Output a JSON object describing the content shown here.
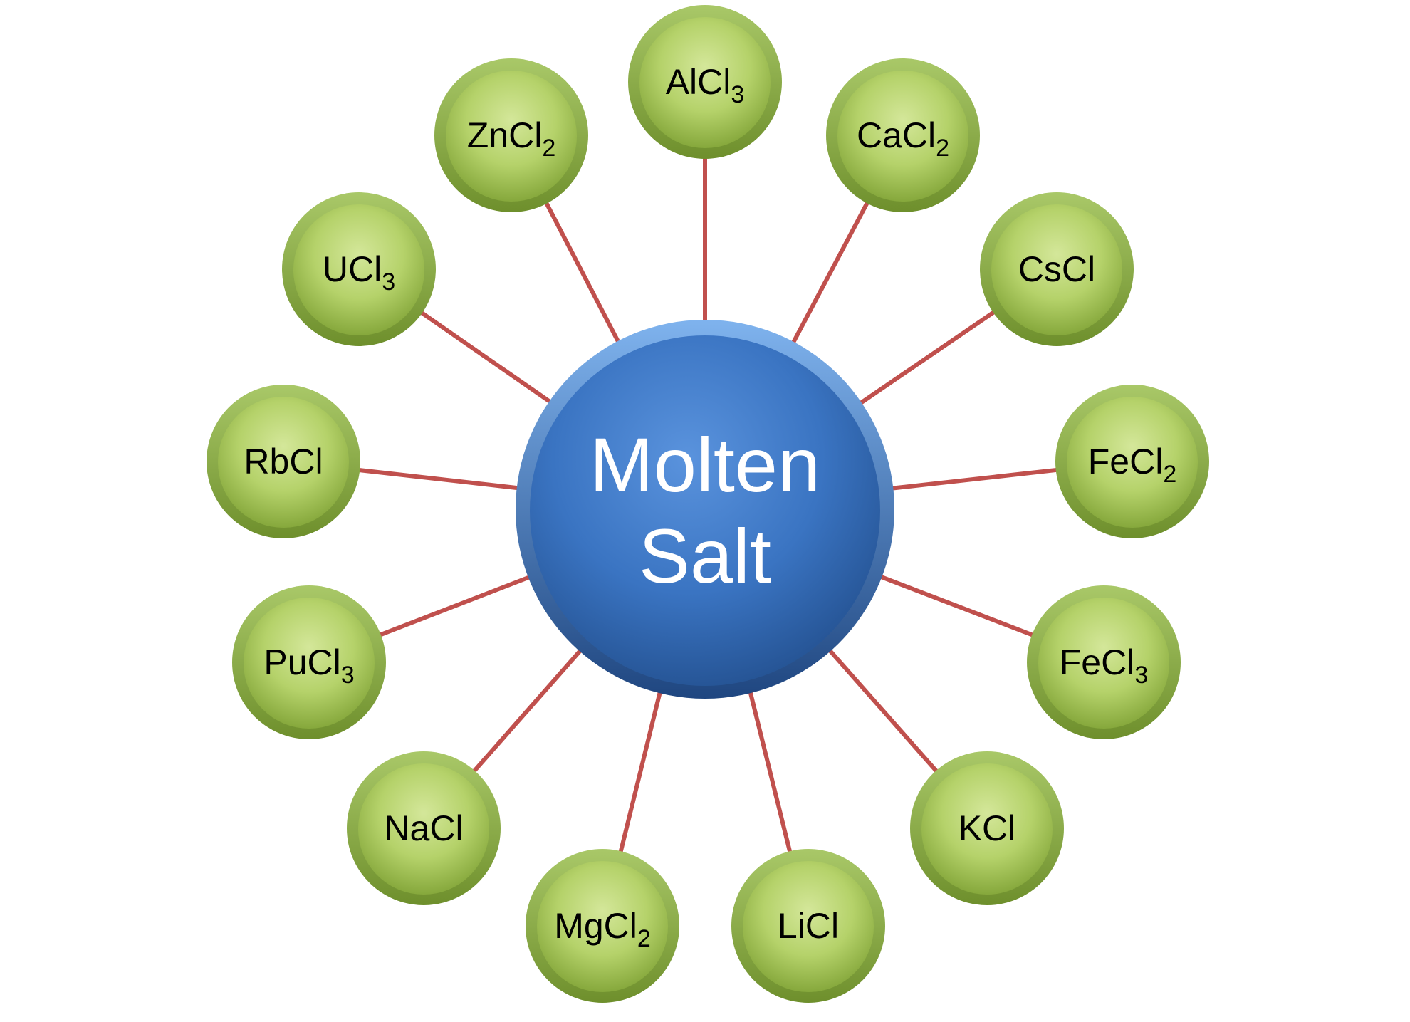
{
  "center": {
    "line1": "Molten",
    "line2": "Salt"
  },
  "nodes": [
    {
      "base": "AlCl",
      "sub": "3"
    },
    {
      "base": "CaCl",
      "sub": "2"
    },
    {
      "base": "CsCl",
      "sub": ""
    },
    {
      "base": "FeCl",
      "sub": "2"
    },
    {
      "base": "FeCl",
      "sub": "3"
    },
    {
      "base": "KCl",
      "sub": ""
    },
    {
      "base": "LiCl",
      "sub": ""
    },
    {
      "base": "MgCl",
      "sub": "2"
    },
    {
      "base": "NaCl",
      "sub": ""
    },
    {
      "base": "PuCl",
      "sub": "3"
    },
    {
      "base": "RbCl",
      "sub": ""
    },
    {
      "base": "UCl",
      "sub": "3"
    },
    {
      "base": "ZnCl",
      "sub": "2"
    }
  ],
  "colors": {
    "connector": "#c0504d",
    "hub": "#3a74c2",
    "node": "#9bbb59"
  }
}
